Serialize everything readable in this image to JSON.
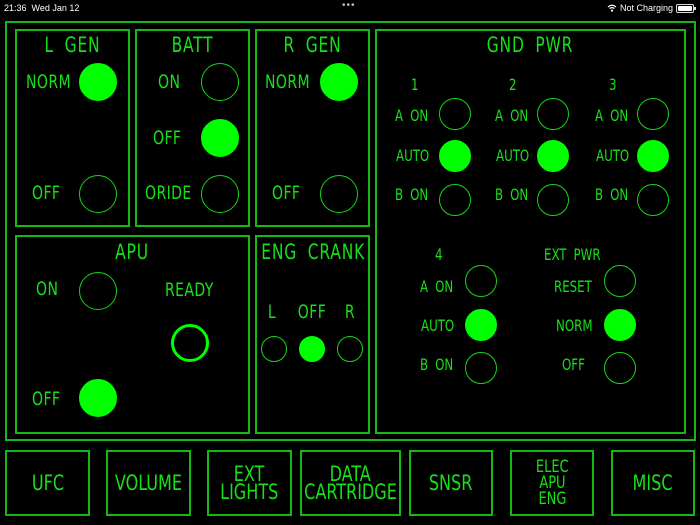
{
  "status_bar": {
    "time": "21:36",
    "date": "Wed Jan 12",
    "dots": "•••",
    "wifi_icon": "wifi-icon",
    "charging": "Not Charging",
    "battery_icon": "battery-icon"
  },
  "colors": {
    "background": "#000000",
    "border": "#14b814",
    "text": "#18e018",
    "indicator_on": "#00ff00"
  },
  "panels": {
    "l_gen": {
      "title": "L GEN",
      "options": [
        {
          "label": "NORM",
          "active": true
        },
        {
          "label": "OFF",
          "active": false
        }
      ]
    },
    "batt": {
      "title": "BATT",
      "options": [
        {
          "label": "ON",
          "active": false
        },
        {
          "label": "OFF",
          "active": true
        },
        {
          "label": "ORIDE",
          "active": false
        }
      ]
    },
    "r_gen": {
      "title": "R GEN",
      "options": [
        {
          "label": "NORM",
          "active": true
        },
        {
          "label": "OFF",
          "active": false
        }
      ]
    },
    "apu": {
      "title": "APU",
      "options": [
        {
          "label": "ON",
          "active": false
        },
        {
          "label": "OFF",
          "active": true
        }
      ],
      "ready_label": "READY",
      "ready_active": false
    },
    "eng_crank": {
      "title": "ENG CRANK",
      "options": [
        {
          "label": "L",
          "active": false
        },
        {
          "label": "OFF",
          "active": true
        },
        {
          "label": "R",
          "active": false
        }
      ]
    },
    "gnd_pwr": {
      "title": "GND PWR",
      "channels": [
        {
          "label": "1",
          "options": [
            {
              "label": "A ON",
              "active": false
            },
            {
              "label": "AUTO",
              "active": true
            },
            {
              "label": "B ON",
              "active": false
            }
          ]
        },
        {
          "label": "2",
          "options": [
            {
              "label": "A ON",
              "active": false
            },
            {
              "label": "AUTO",
              "active": true
            },
            {
              "label": "B ON",
              "active": false
            }
          ]
        },
        {
          "label": "3",
          "options": [
            {
              "label": "A ON",
              "active": false
            },
            {
              "label": "AUTO",
              "active": true
            },
            {
              "label": "B ON",
              "active": false
            }
          ]
        },
        {
          "label": "4",
          "options": [
            {
              "label": "A ON",
              "active": false
            },
            {
              "label": "AUTO",
              "active": true
            },
            {
              "label": "B ON",
              "active": false
            }
          ]
        }
      ],
      "ext_pwr": {
        "label": "EXT PWR",
        "options": [
          {
            "label": "RESET",
            "active": false
          },
          {
            "label": "NORM",
            "active": true
          },
          {
            "label": "OFF",
            "active": false
          }
        ]
      }
    }
  },
  "bottom_nav": [
    {
      "lines": [
        "UFC"
      ]
    },
    {
      "lines": [
        "VOLUME"
      ]
    },
    {
      "lines": [
        "EXT",
        "LIGHTS"
      ]
    },
    {
      "lines": [
        "DATA",
        "CARTRIDGE"
      ]
    },
    {
      "lines": [
        "SNSR"
      ]
    },
    {
      "lines": [
        "ELEC",
        "APU",
        "ENG"
      ]
    },
    {
      "lines": [
        "MISC"
      ]
    }
  ]
}
